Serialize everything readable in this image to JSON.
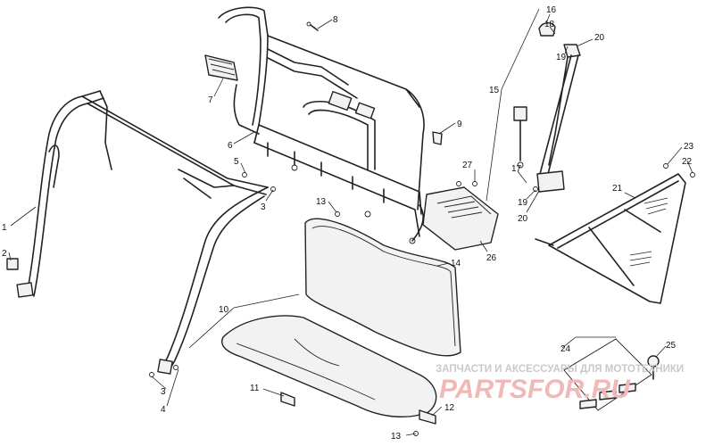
{
  "callouts": {
    "c1": "1",
    "c2": "2",
    "c3a": "3",
    "c3b": "3",
    "c4": "4",
    "c5": "5",
    "c6": "6",
    "c7": "7",
    "c8": "8",
    "c9": "9",
    "c10": "10",
    "c11": "11",
    "c12": "12",
    "c13a": "13",
    "c13b": "13",
    "c14": "14",
    "c15": "15",
    "c16": "16",
    "c17": "17",
    "c18": "18",
    "c19a": "19",
    "c19b": "19",
    "c20a": "20",
    "c20b": "20",
    "c21": "21",
    "c22": "22",
    "c23": "23",
    "c24": "24",
    "c25": "25",
    "c26": "26",
    "c27": "27"
  },
  "watermark": {
    "tagline": "ЗАПЧАСТИ И АКСЕССУАРЫ ДЛЯ МОТОТЕХНИКИ",
    "logo": "PARTSFOR.RU"
  }
}
